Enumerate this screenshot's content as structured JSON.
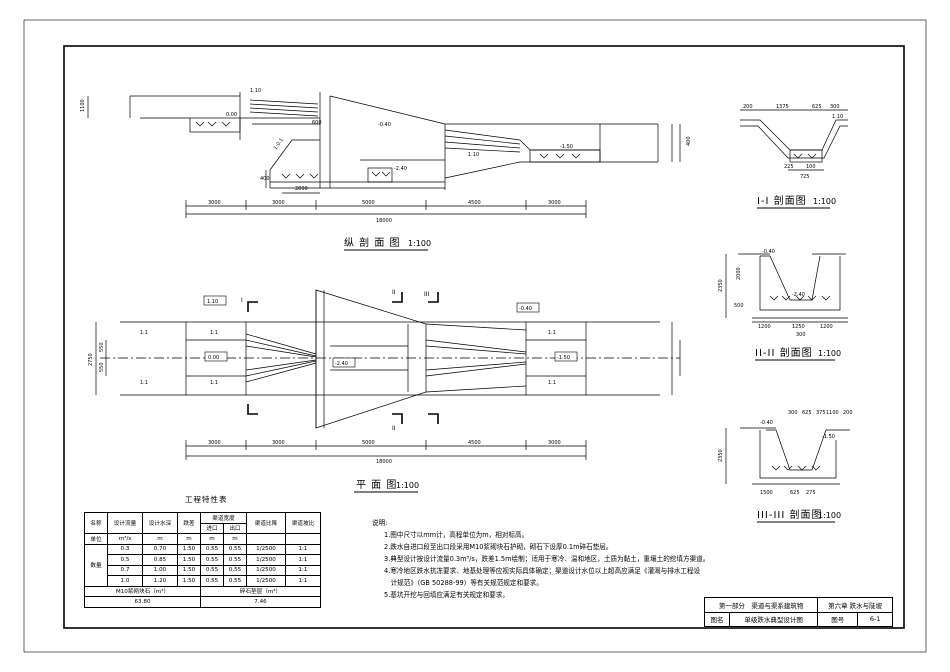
{
  "views": {
    "profile": {
      "title": "纵 剖 面 图",
      "scale": "1:100",
      "elevations": [
        "1.10",
        "0.00",
        "-0.40",
        "-2.40",
        "-1.50"
      ],
      "slopes": [
        "1:0.1",
        "1:10"
      ],
      "dims_small": [
        "600",
        "400",
        "2800",
        "1100",
        "400"
      ],
      "dims_segments": [
        "3000",
        "3000",
        "5000",
        "4500",
        "3000"
      ],
      "dim_total": "18000"
    },
    "plan": {
      "title": "平 面 图",
      "scale": "1:100",
      "elevations": [
        "1.10",
        "0.00",
        "-2.40",
        "-1.50",
        "-0.40"
      ],
      "section_marks": [
        "I",
        "II",
        "III",
        "II"
      ],
      "slopes": [
        "1:1",
        "1:1",
        "1:1",
        "1:1",
        "1:1",
        "1:1"
      ],
      "dims_side": [
        "2750",
        "550",
        "550"
      ],
      "dims_segments": [
        "3000",
        "3000",
        "5000",
        "4500",
        "3000"
      ],
      "dim_total": "18000"
    },
    "section1": {
      "title": "I-I 剖面图",
      "scale": "1:100",
      "dims": [
        "200",
        "1375",
        "625",
        "300",
        "225",
        "100",
        "725"
      ],
      "elevation": "1.10"
    },
    "section2": {
      "title": "II-II 剖面图",
      "scale": "1:100",
      "dims": [
        "2000",
        "2350",
        "500",
        "1200",
        "1250",
        "1200",
        "300"
      ],
      "elevations": [
        "-0.40",
        "-2.40"
      ]
    },
    "section3": {
      "title": "III-III 剖面图",
      "scale": "1:100",
      "dims": [
        "300",
        "625",
        "375",
        "1100",
        "200",
        "2350",
        "1500",
        "625",
        "275"
      ],
      "elevations": [
        "-0.40",
        "-1.50"
      ]
    }
  },
  "table": {
    "title": "工程特性表",
    "headers": [
      "名称",
      "设计流量",
      "设计水深",
      "跌差",
      "渠道宽度",
      "进口",
      "出口",
      "渠道比降",
      "渠道坡比"
    ],
    "units": [
      "单位",
      "m³/s",
      "m",
      "m",
      "m",
      "m",
      "",
      ""
    ],
    "qty_label": "数量",
    "rows": [
      [
        "0.3",
        "0.70",
        "1.50",
        "0.55",
        "0.55",
        "1/2500",
        "1:1"
      ],
      [
        "0.5",
        "0.85",
        "1.50",
        "0.55",
        "0.55",
        "1/2500",
        "1:1"
      ],
      [
        "0.7",
        "1.00",
        "1.50",
        "0.55",
        "0.55",
        "1/2500",
        "1:1"
      ],
      [
        "1.0",
        "1.20",
        "1.50",
        "0.55",
        "0.55",
        "1/2500",
        "1:1"
      ]
    ],
    "footer_labels": [
      "M10浆砌块石（m³）",
      "碎石垫层（m³）"
    ],
    "footer_values": [
      "63.80",
      "7.46"
    ]
  },
  "notes": {
    "title": "说明:",
    "items": [
      "1.图中尺寸以mm计，高程单位为m，相对标高。",
      "2.跌水自进口段至出口段采用M10浆砌块石护砌，砌石下设厚0.1m碎石垫层。",
      "3.典型设计按设计流量0.3m³/s，跌差1.5m绘制；适用于寒冷、温和地区，土质为黏土，重壤土的挖填方渠道。",
      "4.寒冷地区跌水抗冻要求、地基处理等应视实际具体确定；渠道设计水位以上超高应满足《灌溉与排水工程设",
      "　计规范》（GB 50288-99）等有关规范规定和要求。",
      "5.基坑开挖与回填应满足有关规定和要求。"
    ]
  },
  "titleblock": {
    "part": "第一部分　渠道与渠系建筑物",
    "chapter": "第六章 跌水与陡坡",
    "name_label": "图名",
    "name": "单级跌水典型设计图",
    "no_label": "图号",
    "no": "6-1"
  }
}
